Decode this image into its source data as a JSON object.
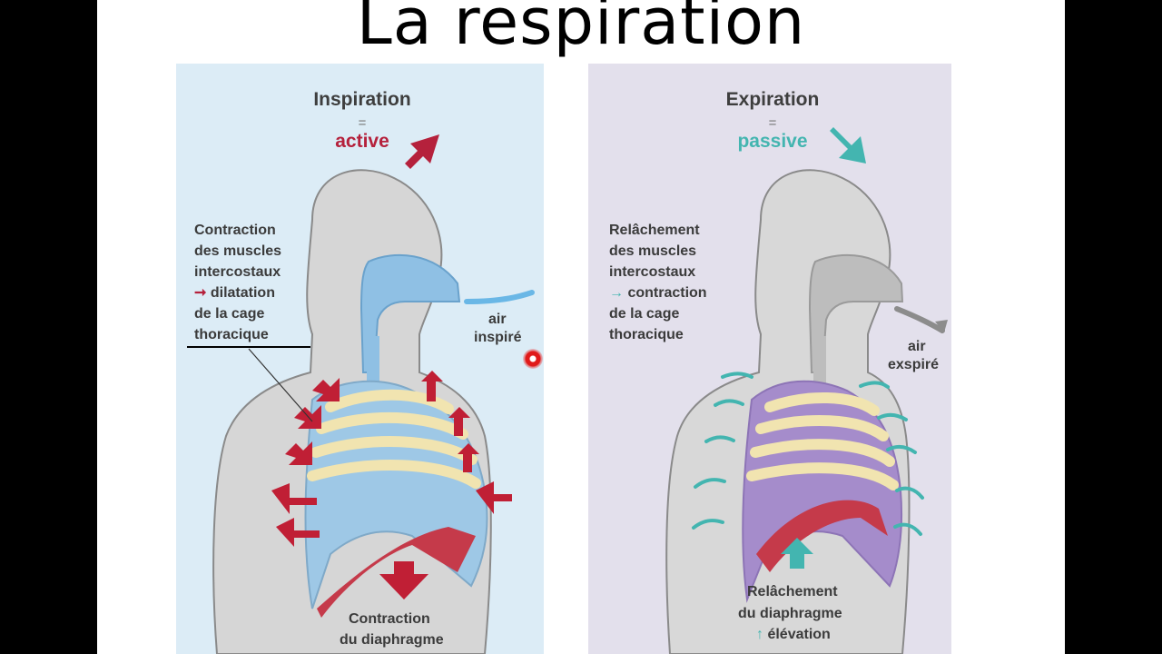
{
  "title": "La respiration",
  "inspiration": {
    "phase": "Inspiration",
    "equals": "=",
    "mode": "active",
    "muscles_lines": [
      "Contraction",
      "des muscles",
      "intercostaux"
    ],
    "effect_arrow": "➞",
    "effect_word": "dilatation",
    "cage_lines": [
      "de la cage",
      "thoracique"
    ],
    "air_lines": [
      "air",
      "inspiré"
    ],
    "diaphragm_lines": [
      "Contraction",
      "du diaphragme"
    ],
    "colors": {
      "accent": "#b5213c",
      "lung": "#9ec8e6"
    }
  },
  "expiration": {
    "phase": "Expiration",
    "equals": "=",
    "mode": "passive",
    "muscles_lines": [
      "Relâchement",
      "des muscles",
      "intercostaux"
    ],
    "effect_arrow": "→",
    "effect_word": "contraction",
    "cage_lines": [
      "de la cage",
      "thoracique"
    ],
    "air_lines": [
      "air",
      "exspiré"
    ],
    "diaphragm_lines": [
      "Relâchement",
      "du diaphragme"
    ],
    "elevation_arrow": "↑",
    "elevation_word": "élévation",
    "colors": {
      "accent": "#43b5b0",
      "lung": "#a58ccb"
    }
  }
}
